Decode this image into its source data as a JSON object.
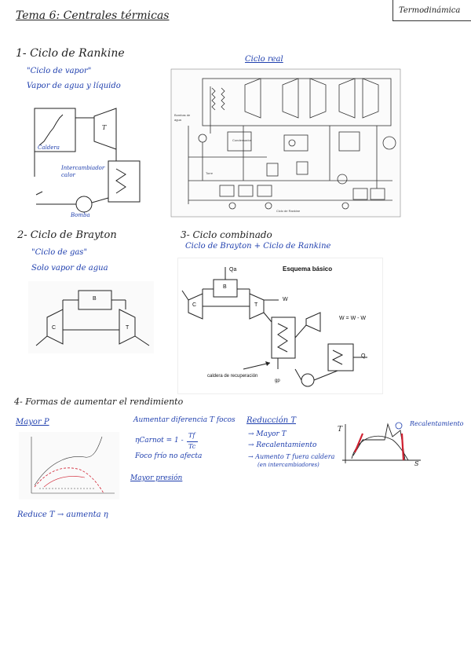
{
  "header": {
    "title": "Tema 6: Centrales térmicas",
    "subject": "Termodinámica"
  },
  "section1": {
    "heading": "1- Ciclo de Rankine",
    "subtitle": "\"Ciclo de vapor\"",
    "line2": "Vapor de agua y líquido",
    "real_label": "Ciclo real",
    "labels": {
      "turbine": "T",
      "boiler": "Caldera",
      "exchanger": "Intercambiador calor",
      "pump": "Bomba"
    }
  },
  "section2": {
    "heading": "2- Ciclo de Brayton",
    "subtitle": "\"Ciclo de gas\"",
    "line2": "Solo vapor de agua",
    "labels": {
      "compressor": "C",
      "burner": "B",
      "turbine": "T"
    }
  },
  "section3": {
    "heading": "3- Ciclo combinado",
    "line1": "Ciclo de Brayton + Ciclo de Rankine",
    "figure": {
      "title": "Esquema básico",
      "qa": "Qa",
      "b": "B",
      "c": "C",
      "t": "T",
      "wcu": "W",
      "weq": "W = W - W",
      "qs": "Q",
      "caldera": "caldera de recuperación",
      "gp": "gp"
    }
  },
  "section4": {
    "heading": "4- Formas de aumentar el rendimiento",
    "col1": {
      "title": "Mayor P",
      "footer": "Reduce T → aumenta η"
    },
    "col2": {
      "title": "Aumentar diferencia T focos",
      "formula_lhs": "ηCarnot = 1 -",
      "formula_num": "Tf",
      "formula_den": "Tc",
      "note": "Foco frío no afecta",
      "item2": "Mayor presión"
    },
    "col3": {
      "title": "Reducción T",
      "item1": "→ Mayor T",
      "item2": "→ Recalentamiento",
      "item3": "→ Aumento T fuera caldera",
      "item3b": "(en intercambiadores)"
    },
    "col4": {
      "label": "Recalentamiento",
      "axis_t": "T",
      "axis_s": "S"
    }
  }
}
